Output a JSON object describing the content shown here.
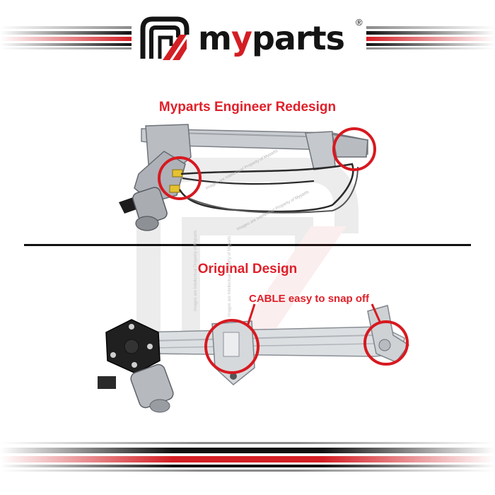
{
  "brand": {
    "name_prefix": "m",
    "name_accent": "y",
    "name_suffix": "parts",
    "registered_mark": "®",
    "colors": {
      "red": "#d31e24",
      "black": "#141414",
      "gray": "#9a9a9a"
    }
  },
  "redesign": {
    "title": "Myparts Engineer Redesign",
    "watermark_text": "Images are Intellectual Property of Myparts"
  },
  "original": {
    "title": "Original Design",
    "callout": "CABLE easy to snap off"
  },
  "icons": {
    "logo": "myparts-logo-icon",
    "highlight": "red-circle-highlight"
  }
}
